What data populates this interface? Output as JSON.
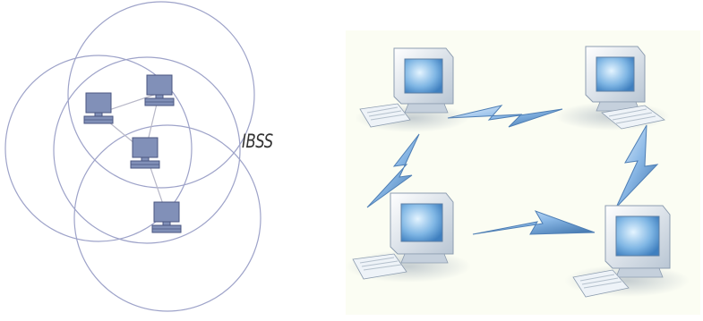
{
  "left_diagram": {
    "label": "IBSS",
    "circle_color": "#9ea3c9",
    "link_color": "#b8b8c8",
    "computer_color": "#8190b8",
    "computer_dark": "#4a5680",
    "computer_count": 4,
    "circle_count": 4
  },
  "right_diagram": {
    "background": "#fbfdf3",
    "computer_count": 4,
    "wireless_link_count": 4,
    "lightning_color": "#6f9fd0"
  }
}
